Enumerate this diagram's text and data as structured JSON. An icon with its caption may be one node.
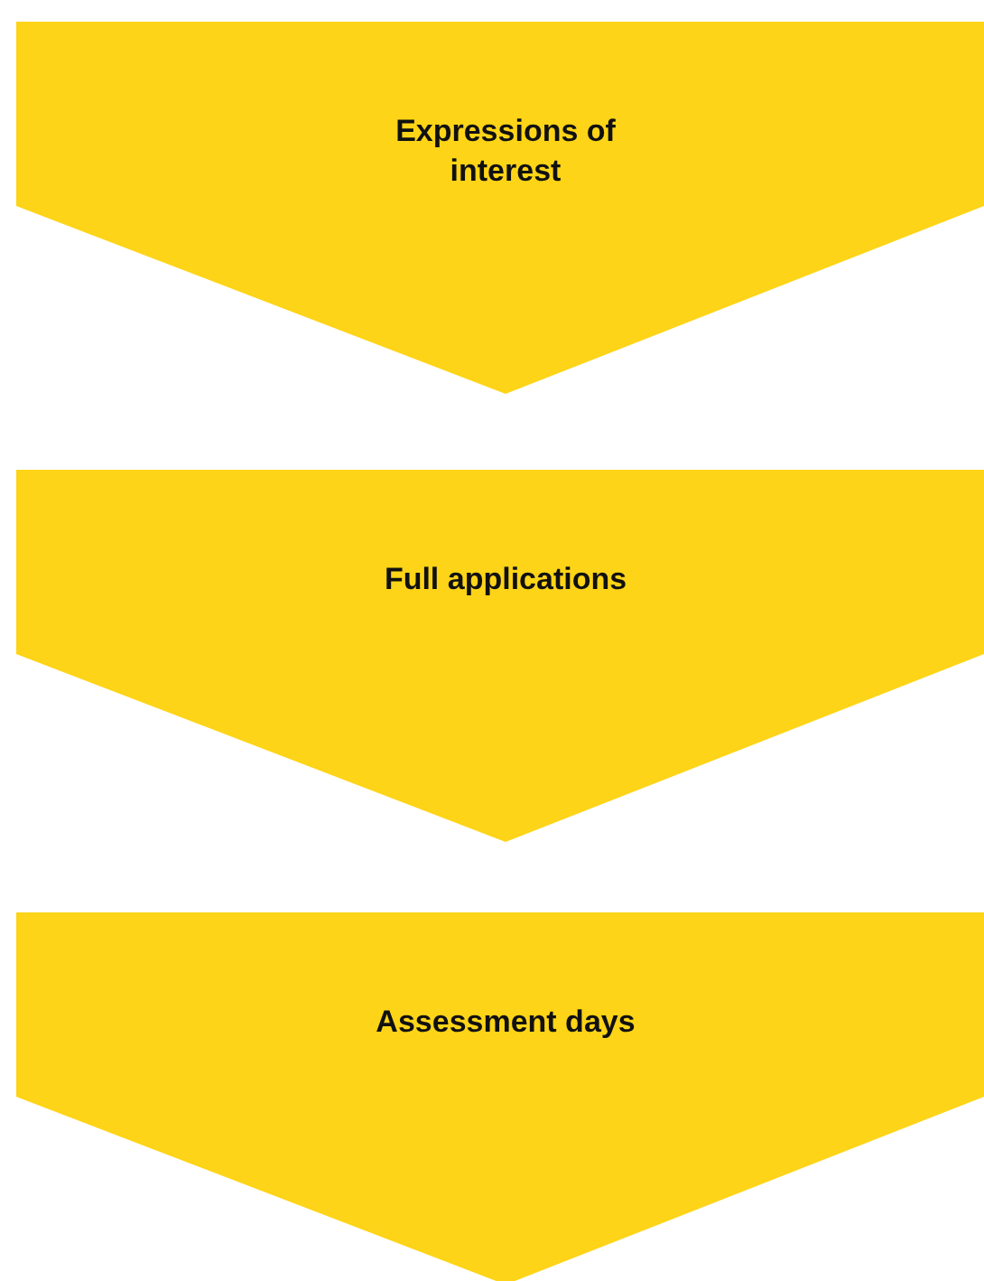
{
  "diagram": {
    "nodes": [
      {
        "text": [
          "Expressions of interest"
        ]
      },
      {
        "text": [
          "Full applications"
        ]
      },
      {
        "text": [
          "Assessment days"
        ]
      }
    ],
    "edges": []
  }
}
